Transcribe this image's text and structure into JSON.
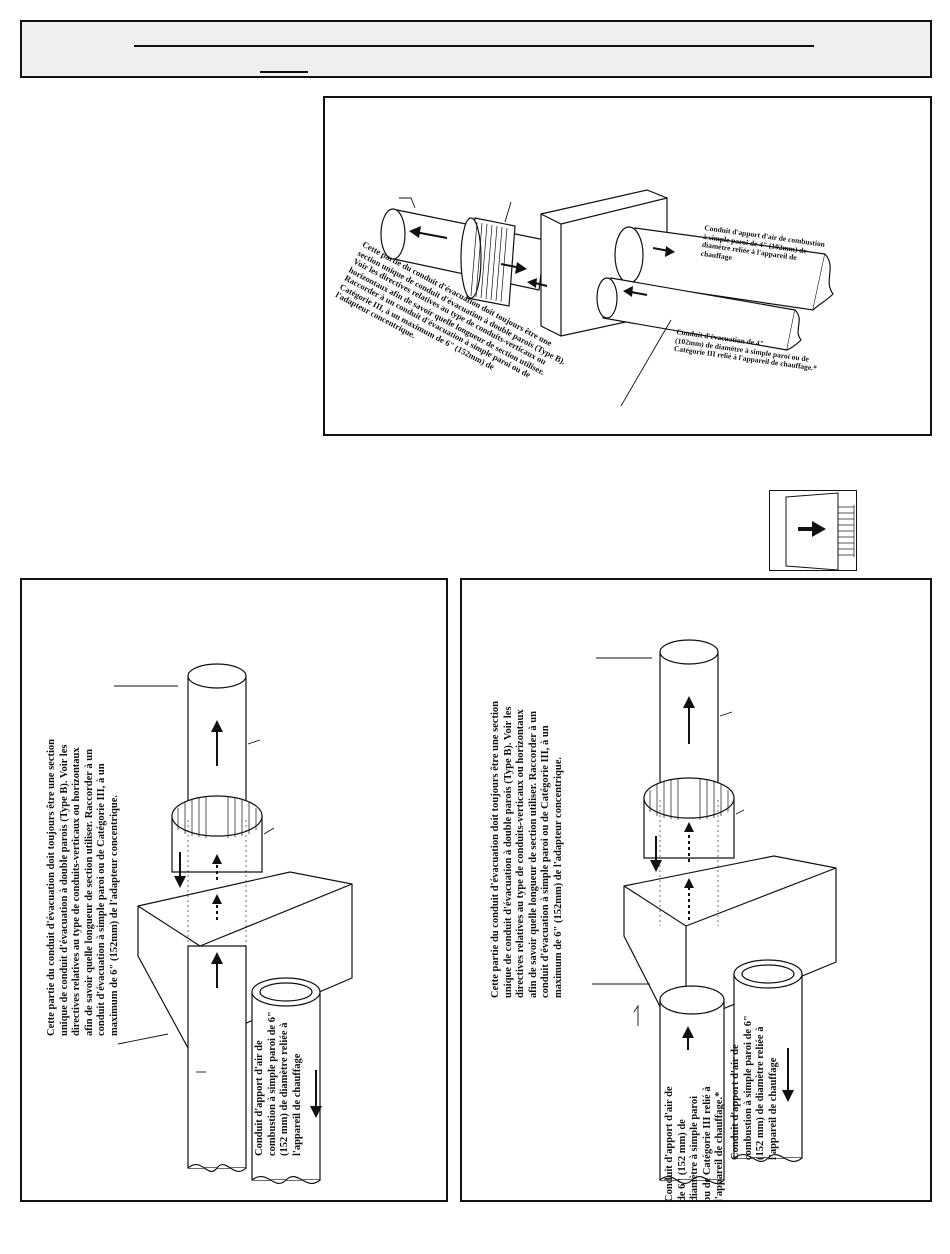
{
  "top_figure": {
    "label_exhaust_section": [
      "Cette partie du conduit d'évacuation doit toujours être une",
      "section unique de conduit d'évacuation à double parois (Type B).",
      "Voir les directives relatives au type de conduits-verticaux ou",
      "horizontaux afin de savoir quelle longueur de section utiliser.",
      "Raccorder à un conduit d'évacuation à simple paroi ou de",
      "Catégorie III, à un maximum de 6\" (152mm) de",
      "l'adapteur concentrique."
    ],
    "label_air_intake": [
      "Conduit d'apport d'air de combustion",
      "à simple paroi de 4\" (102mm) de",
      "diamètre reliée à l'appareil de",
      "chauffage"
    ],
    "label_exhaust_pipe": [
      "Conduit d'évacuation de 4\"",
      "(102mm) de diamètre à simple paroi ou de",
      "Catégorie III relié à l'appareil de chauffage.*"
    ]
  },
  "left_figure": {
    "label_exhaust_section": [
      "Cette partie du conduit d'évacuation doit toujours être une section",
      "unique de conduit d'évacuation à double parois (Type B). Voir les",
      "directives relatives au type de conduits-verticaux ou horizontaux",
      "afin de savoir quelle longueur de section utiliser. Raccorder à un",
      "conduit d'évacuation à simple paroi ou de Catégorie III, à un",
      "maximum de 6\" (152mm) de l'adapteur concentrique."
    ],
    "label_air_intake": [
      "Conduit d'apport d'air de",
      "combustion à simple paroi de 6\"",
      "(152 mm) de diamètre reliée à",
      "l'appareil de chauffage"
    ]
  },
  "right_figure": {
    "label_exhaust_section": [
      "Cette partie du conduit d'évacuation doit toujours être une section",
      "unique de conduit d'évacuation à double parois (Type B). Voir les",
      "directives relatives au type de conduits-verticaux ou horizontaux",
      "afin de savoir quelle longueur de section utiliser. Raccorder à un",
      "conduit d'évacuation à simple paroi ou de Catégorie III, à un",
      "maximum de 6\" (152mm) de l'adapteur concentrique."
    ],
    "label_exhaust_pipe": [
      "Conduit d'apport d'air de",
      "de 6\" (152 mm) de",
      "diamètre à simple paroi",
      "ou de Catégorie III relié à",
      "l'appareil de chauffage.*"
    ],
    "label_air_intake": [
      "Conduit d'apport d'air de",
      "combustion à simple paroi de 6\"",
      "(152 mm) de diamètre reliée à",
      "l'appareil de chauffage"
    ]
  }
}
